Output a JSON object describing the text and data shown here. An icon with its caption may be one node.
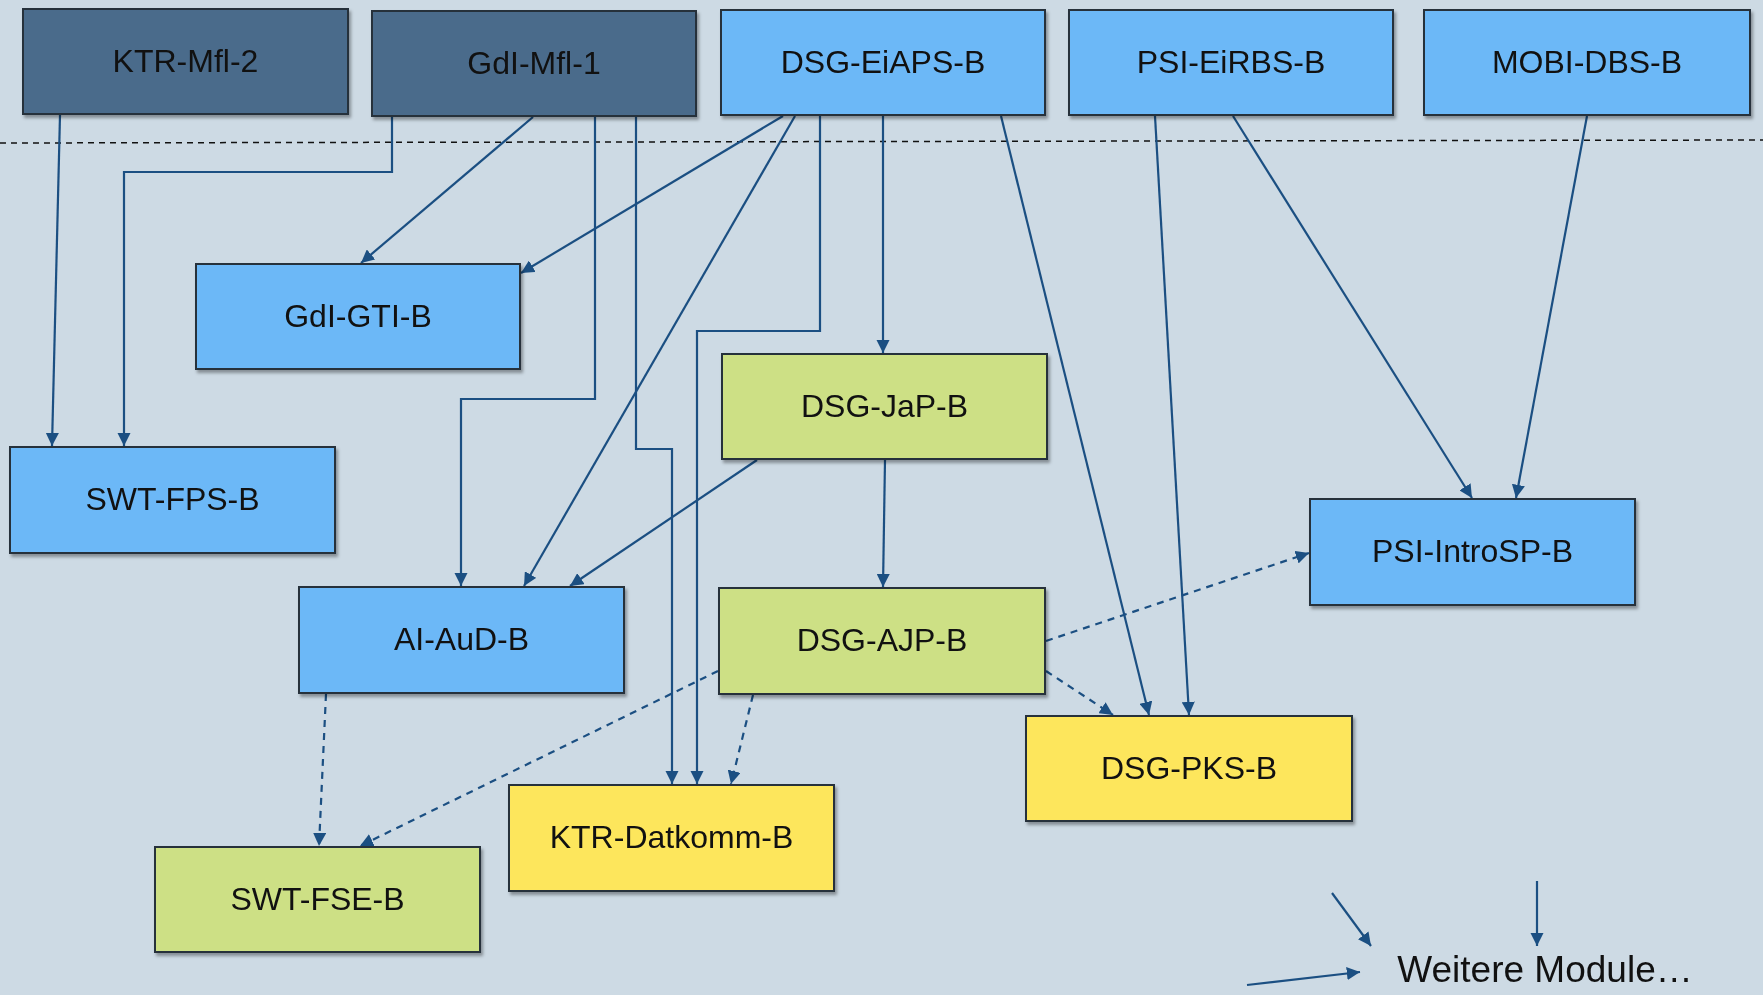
{
  "diagram": {
    "nodes": [
      {
        "text": [
          "KTR-Mfl-2"
        ]
      },
      {
        "text": [
          "GdI-Mfl-1"
        ]
      },
      {
        "text": [
          "DSG-EiAPS-B"
        ]
      },
      {
        "text": [
          "PSI-EiRBS-B"
        ]
      },
      {
        "text": [
          "MOBI-DBS-B"
        ]
      },
      {
        "text": [
          "GdI-GTI-B"
        ]
      },
      {
        "text": [
          "DSG-JaP-B"
        ]
      },
      {
        "text": [
          "SWT-FPS-B"
        ]
      },
      {
        "text": [
          "PSI-IntroSP-B"
        ]
      },
      {
        "text": [
          "AI-AuD-B"
        ]
      },
      {
        "text": [
          "DSG-AJP-B"
        ]
      },
      {
        "text": [
          "DSG-PKS-B"
        ]
      },
      {
        "text": [
          "SWT-FSE-B"
        ]
      },
      {
        "text": [
          "KTR-Datkomm-B"
        ]
      },
      {
        "text": [
          "Weitere Module…"
        ]
      }
    ],
    "edges": [
      {
        "from": 0,
        "to": 7,
        "arrow": "to"
      },
      {
        "from": 1,
        "to": 7,
        "arrow": "to"
      },
      {
        "from": 1,
        "to": 5,
        "arrow": "to"
      },
      {
        "from": 1,
        "to": 9,
        "arrow": "to"
      },
      {
        "from": 1,
        "to": 13,
        "arrow": "to"
      },
      {
        "from": 2,
        "to": 5,
        "arrow": "to"
      },
      {
        "from": 2,
        "to": 9,
        "arrow": "to"
      },
      {
        "from": 2,
        "to": 13,
        "arrow": "to"
      },
      {
        "from": 2,
        "to": 6,
        "arrow": "to"
      },
      {
        "from": 2,
        "to": 11,
        "arrow": "to"
      },
      {
        "from": 3,
        "to": 11,
        "arrow": "to"
      },
      {
        "from": 3,
        "to": 8,
        "arrow": "to"
      },
      {
        "from": 4,
        "to": 8,
        "arrow": "to"
      },
      {
        "from": 6,
        "to": 9,
        "arrow": "to"
      },
      {
        "from": 6,
        "to": 10,
        "arrow": "to"
      },
      {
        "from": 9,
        "to": 12,
        "arrow": "to",
        "style": "dashed"
      },
      {
        "from": 10,
        "to": 12,
        "arrow": "to",
        "style": "dashed"
      },
      {
        "from": 10,
        "to": 13,
        "arrow": "to",
        "style": "dashed"
      },
      {
        "from": 10,
        "to": 8,
        "arrow": "to",
        "style": "dashed"
      },
      {
        "from": 10,
        "to": 11,
        "arrow": "to",
        "style": "dashed"
      },
      {
        "from": null,
        "to": 14,
        "arrow": "to"
      },
      {
        "from": null,
        "to": 14,
        "arrow": "to"
      },
      {
        "from": null,
        "to": 14,
        "arrow": "to"
      }
    ]
  }
}
